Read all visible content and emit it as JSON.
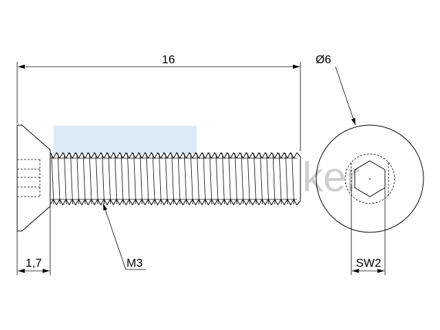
{
  "drawing": {
    "type": "technical-drawing",
    "subject": "countersunk-hex-socket-screw",
    "dimensions": {
      "length": "16",
      "head_diameter": "Ø6",
      "head_height": "1,7",
      "thread": "M3",
      "socket_size": "SW2"
    },
    "watermark_text": "ker",
    "colors": {
      "line": "#000000",
      "watermark_box": "#dbeaf7",
      "watermark_text": "#cfcfcf"
    }
  }
}
